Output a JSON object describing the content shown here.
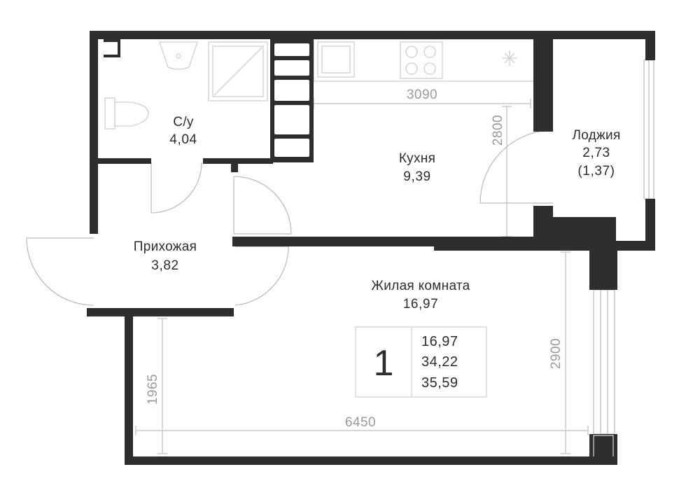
{
  "rooms": {
    "bathroom": {
      "name": "С/у",
      "area": "4,04"
    },
    "kitchen": {
      "name": "Кухня",
      "area": "9,39"
    },
    "loggia": {
      "name": "Лоджия",
      "area": "2,73",
      "area_reduced": "(1,37)"
    },
    "hallway": {
      "name": "Прихожая",
      "area": "3,82"
    },
    "living": {
      "name": "Жилая комната",
      "area": "16,97"
    }
  },
  "dimensions": {
    "kitchen_width": "3090",
    "kitchen_depth": "2800",
    "living_depth": "2900",
    "living_height": "1965",
    "total_width": "6450"
  },
  "summary_box": {
    "rooms_count": "1",
    "living_area": "16,97",
    "total_area": "34,22",
    "total_area_with_loggia": "35,59"
  },
  "colors": {
    "wall": "#2e2e2e",
    "dimension_line": "#bdbdbd",
    "text": "#2e2e2e"
  }
}
